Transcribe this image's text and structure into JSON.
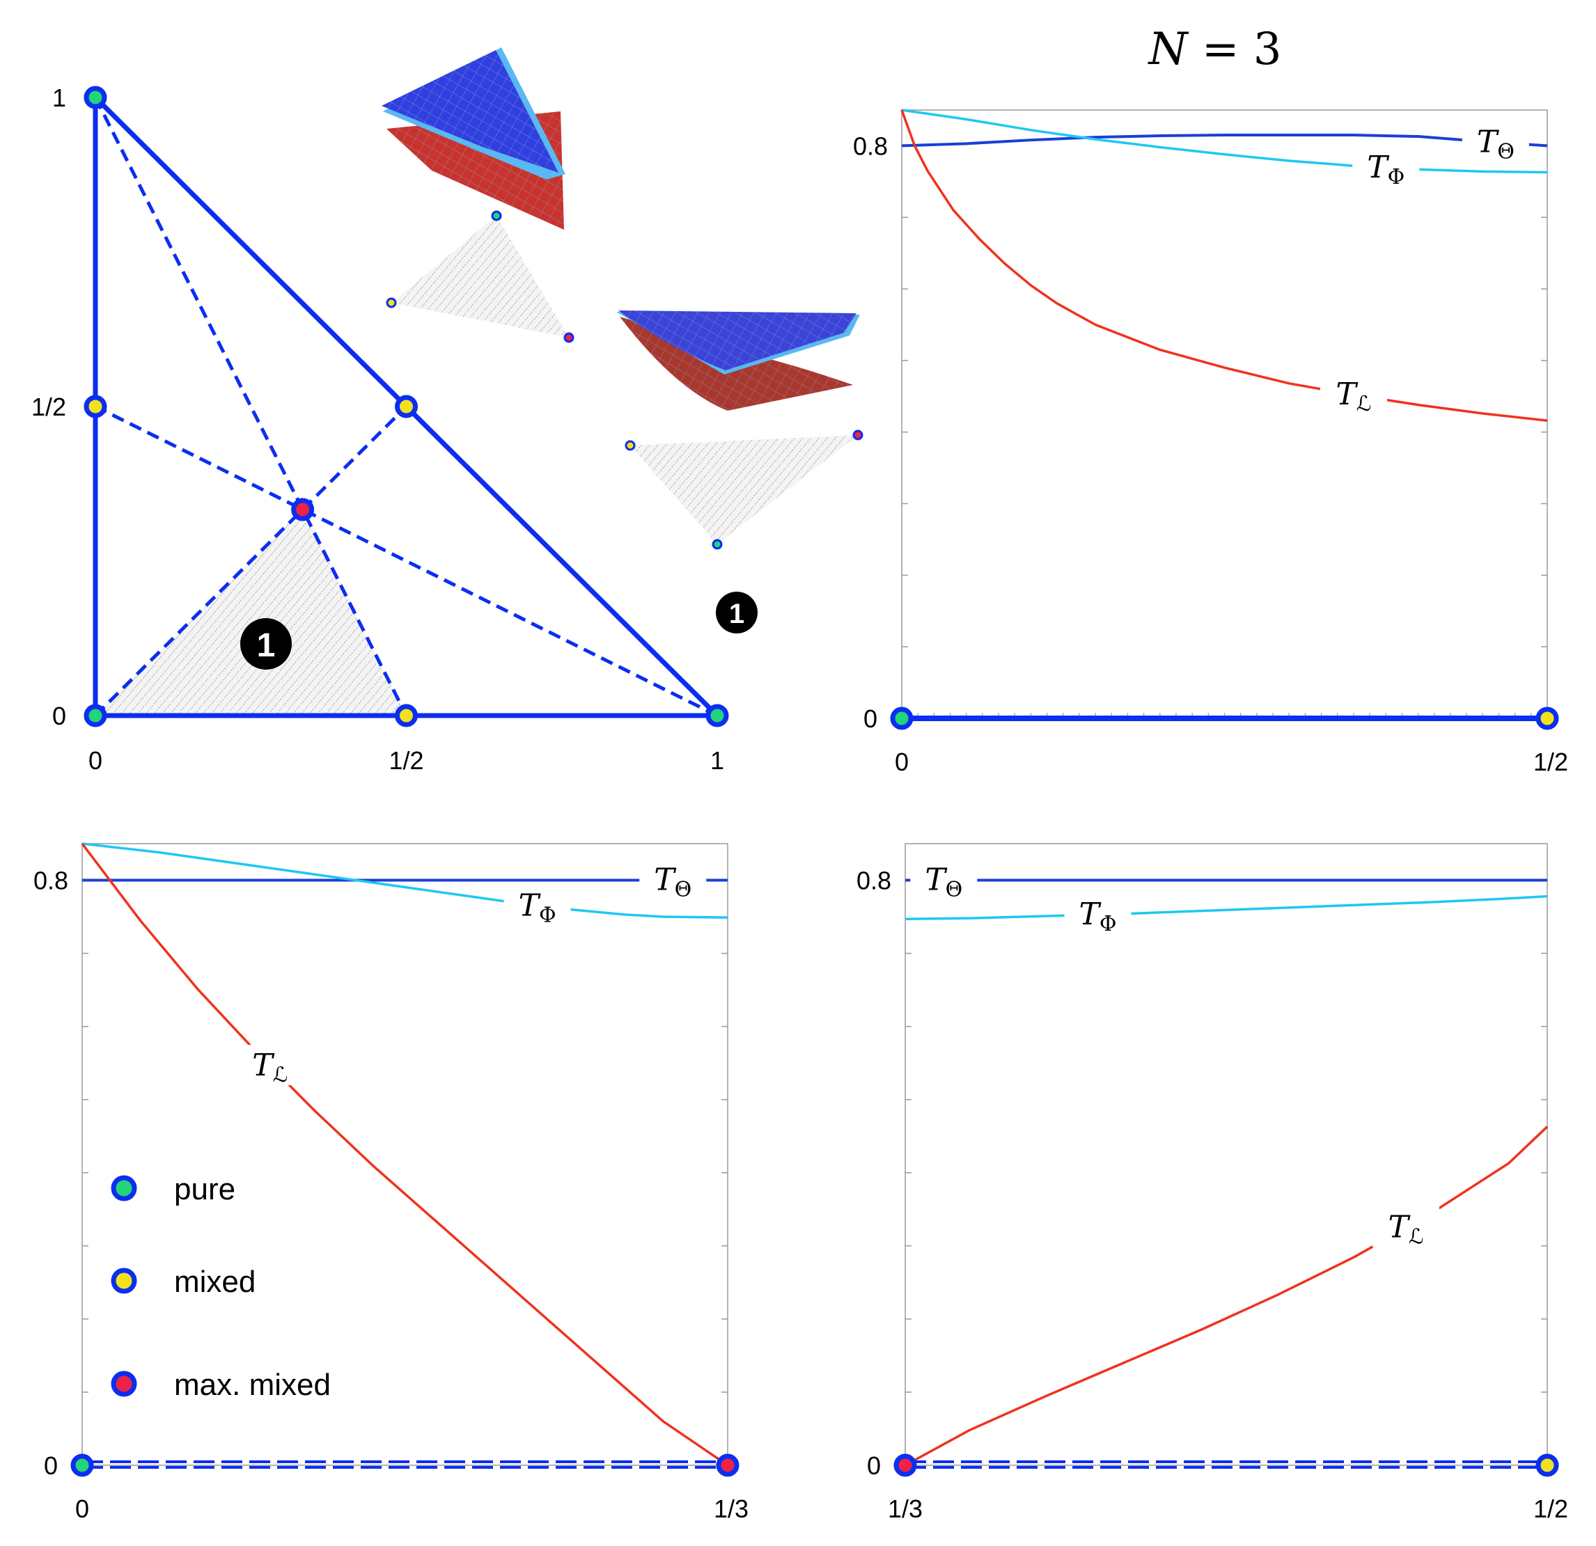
{
  "title": {
    "prefix": "N",
    "rest": " = 3"
  },
  "colors": {
    "theta": "#1a3fd6",
    "phi": "#1ec8f0",
    "L": "#f0321e",
    "edge": "#0b2ef0",
    "pure": "#22d47a",
    "mixed": "#f2e21e",
    "maxmixed": "#ee2244",
    "region": "#c8c8c8"
  },
  "legend": [
    {
      "label": "pure",
      "kind": "pure"
    },
    {
      "label": "mixed",
      "kind": "mixed"
    },
    {
      "label": "max. mixed",
      "kind": "maxmixed"
    }
  ],
  "region_badge": "1",
  "chart_data": [
    {
      "type": "diagram",
      "id": "simplex",
      "xlim": [
        0,
        1
      ],
      "ylim": [
        0,
        1
      ],
      "xticks": [
        "0",
        "1/2",
        "1"
      ],
      "yticks": [
        "0",
        "1/2",
        "1"
      ],
      "vertices": [
        {
          "x": 0,
          "y": 1,
          "kind": "pure"
        },
        {
          "x": 0,
          "y": 0,
          "kind": "pure"
        },
        {
          "x": 1,
          "y": 0,
          "kind": "pure"
        },
        {
          "x": 0,
          "y": 0.5,
          "kind": "mixed"
        },
        {
          "x": 0.5,
          "y": 0,
          "kind": "mixed"
        },
        {
          "x": 0.5,
          "y": 0.5,
          "kind": "mixed"
        },
        {
          "x": 0.3333,
          "y": 0.3333,
          "kind": "maxmixed"
        }
      ],
      "region": [
        [
          0,
          0
        ],
        [
          0.5,
          0
        ],
        [
          0.3333,
          0.3333
        ]
      ],
      "region_label": "1"
    },
    {
      "type": "line",
      "id": "edge-pure-mixed",
      "xlim": [
        0,
        0.5
      ],
      "ylim": [
        0,
        0.85
      ],
      "xticks": [
        "0",
        "1/2"
      ],
      "yticks": [
        "0",
        "0.8"
      ],
      "series": [
        {
          "name": "Θ",
          "key": "theta",
          "x": [
            0,
            0.05,
            0.1,
            0.15,
            0.2,
            0.25,
            0.3,
            0.35,
            0.4,
            0.45,
            0.5
          ],
          "y": [
            0.8,
            0.803,
            0.808,
            0.812,
            0.814,
            0.815,
            0.815,
            0.815,
            0.813,
            0.806,
            0.8
          ]
        },
        {
          "name": "Φ",
          "key": "phi",
          "x": [
            0,
            0.05,
            0.1,
            0.15,
            0.2,
            0.25,
            0.3,
            0.35,
            0.4,
            0.45,
            0.5
          ],
          "y": [
            0.85,
            0.837,
            0.822,
            0.809,
            0.798,
            0.788,
            0.779,
            0.772,
            0.767,
            0.764,
            0.763
          ]
        },
        {
          "name": "L",
          "key": "L",
          "x": [
            0,
            0.01,
            0.02,
            0.04,
            0.06,
            0.08,
            0.1,
            0.12,
            0.15,
            0.2,
            0.25,
            0.3,
            0.35,
            0.4,
            0.45,
            0.5
          ],
          "y": [
            0.85,
            0.8,
            0.765,
            0.71,
            0.67,
            0.635,
            0.605,
            0.58,
            0.55,
            0.515,
            0.49,
            0.468,
            0.452,
            0.438,
            0.426,
            0.416
          ]
        }
      ],
      "label_at": {
        "theta": 0.46,
        "phi": 0.375,
        "L": 0.35
      },
      "baseline": {
        "style": "solid"
      },
      "endpoints": [
        {
          "x": 0,
          "kind": "pure"
        },
        {
          "x": 0.5,
          "kind": "mixed"
        }
      ]
    },
    {
      "type": "line",
      "id": "edge-pure-maxmixed",
      "xlim": [
        0,
        0.3333
      ],
      "ylim": [
        0,
        0.85
      ],
      "xticks": [
        "0",
        "1/3"
      ],
      "yticks": [
        "0",
        "0.8"
      ],
      "series": [
        {
          "name": "Θ",
          "key": "theta",
          "x": [
            0,
            0.3333
          ],
          "y": [
            0.8,
            0.8
          ]
        },
        {
          "name": "Φ",
          "key": "phi",
          "x": [
            0,
            0.04,
            0.08,
            0.12,
            0.16,
            0.2,
            0.24,
            0.28,
            0.3,
            0.3333
          ],
          "y": [
            0.85,
            0.838,
            0.823,
            0.808,
            0.793,
            0.778,
            0.763,
            0.753,
            0.75,
            0.749
          ]
        },
        {
          "name": "L",
          "key": "L",
          "x": [
            0,
            0.03,
            0.06,
            0.09,
            0.12,
            0.15,
            0.18,
            0.21,
            0.24,
            0.27,
            0.3,
            0.3333
          ],
          "y": [
            0.85,
            0.745,
            0.65,
            0.565,
            0.485,
            0.41,
            0.34,
            0.27,
            0.2,
            0.13,
            0.06,
            0.0
          ]
        }
      ],
      "label_at": {
        "theta": 0.305,
        "phi": 0.235,
        "L": 0.097
      },
      "baseline": {
        "style": "dashed"
      },
      "endpoints": [
        {
          "x": 0,
          "kind": "pure"
        },
        {
          "x": 0.3333,
          "kind": "maxmixed"
        }
      ]
    },
    {
      "type": "line",
      "id": "edge-maxmixed-mixed",
      "xlim": [
        0.3333,
        0.5
      ],
      "ylim": [
        0,
        0.85
      ],
      "xticks": [
        "1/3",
        "1/2"
      ],
      "yticks": [
        "0",
        "0.8"
      ],
      "series": [
        {
          "name": "Θ",
          "key": "theta",
          "x": [
            0.3333,
            0.5
          ],
          "y": [
            0.8,
            0.8
          ]
        },
        {
          "name": "Φ",
          "key": "phi",
          "x": [
            0.3333,
            0.35,
            0.37,
            0.39,
            0.41,
            0.43,
            0.45,
            0.47,
            0.49,
            0.5
          ],
          "y": [
            0.747,
            0.748,
            0.751,
            0.754,
            0.758,
            0.762,
            0.766,
            0.77,
            0.775,
            0.778
          ]
        },
        {
          "name": "L",
          "key": "L",
          "x": [
            0.3333,
            0.35,
            0.37,
            0.39,
            0.41,
            0.43,
            0.45,
            0.47,
            0.49,
            0.5
          ],
          "y": [
            0.0,
            0.048,
            0.095,
            0.14,
            0.185,
            0.233,
            0.285,
            0.345,
            0.413,
            0.463
          ]
        }
      ],
      "label_at": {
        "theta": 0.3433,
        "phi": 0.3833,
        "L": 0.4633
      },
      "baseline": {
        "style": "dashed"
      },
      "endpoints": [
        {
          "x": 0.3333,
          "kind": "maxmixed"
        },
        {
          "x": 0.5,
          "kind": "mixed"
        }
      ]
    }
  ]
}
